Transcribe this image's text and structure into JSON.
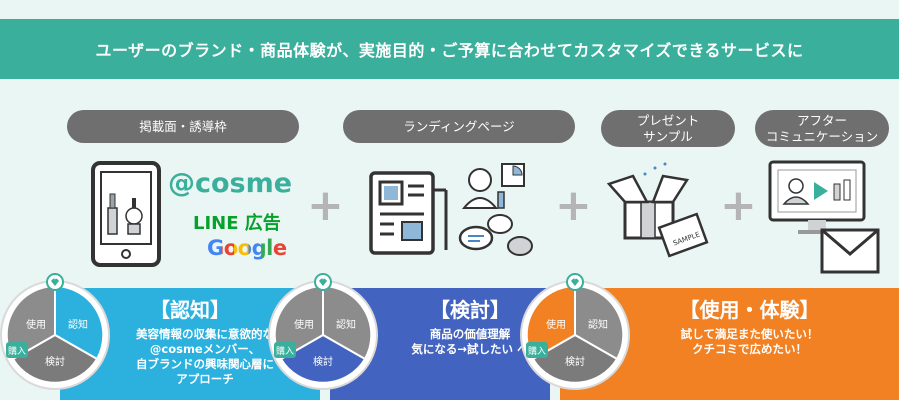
{
  "banner": {
    "text": "ユーザーのブランド・商品体験が、実施目的・ご予算に合わせてカスタマイズできるサービスに"
  },
  "pills": [
    {
      "label": "掲載面・誘導枠"
    },
    {
      "label": "ランディングページ"
    },
    {
      "line1": "プレゼント",
      "line2": "サンプル"
    },
    {
      "line1": "アフター",
      "line2": "コミュニケーション"
    }
  ],
  "brands": {
    "cosme": "@cosme",
    "line": "LINE 広告",
    "google": "Google"
  },
  "plus_symbol": "+",
  "stages": [
    {
      "title": "【認知】",
      "desc": [
        "美容情報の収集に意欲的な",
        "@cosmeメンバー、",
        "自ブランドの興味関心層に",
        "アプローチ"
      ],
      "color": "#2cb1df"
    },
    {
      "title": "【検討】",
      "desc": [
        "商品の価値理解",
        "気になる→試したい へ"
      ],
      "color": "#4264c0"
    },
    {
      "title": "【使用・体験】",
      "desc": [
        "試して満足また使いたい！",
        "クチコミで広めたい！"
      ],
      "color": "#f28123"
    }
  ],
  "cycle": {
    "recognize": "認知",
    "use": "使用",
    "consider": "検討",
    "purchase": "購入"
  },
  "colors": {
    "teal": "#3aaf9c",
    "gray": "#6f6f6f",
    "blue": "#2cb1df",
    "indigo": "#4264c0",
    "orange": "#f28123"
  }
}
